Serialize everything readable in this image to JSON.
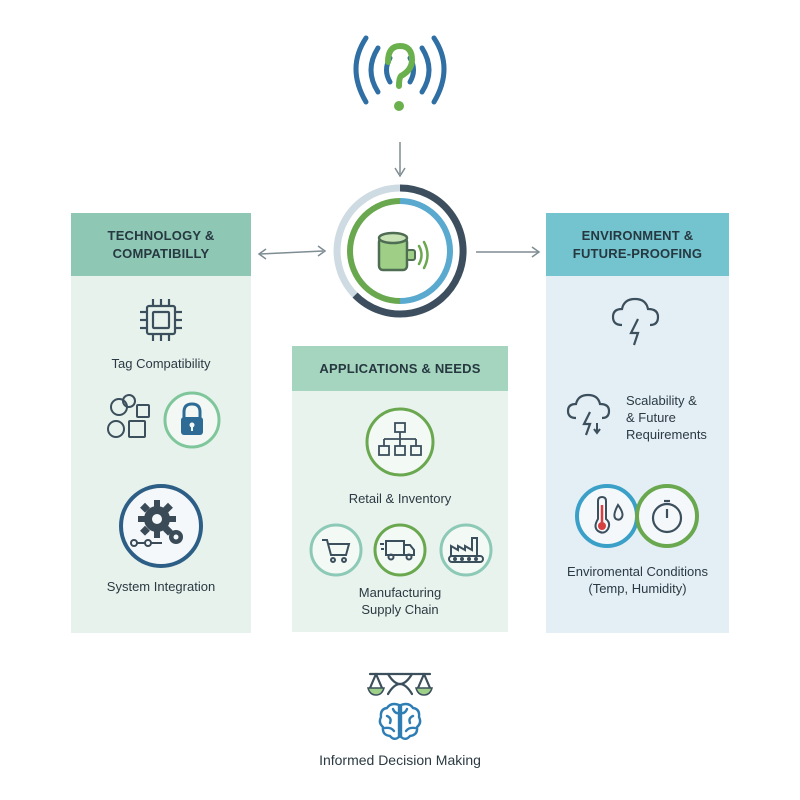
{
  "top_icon": {
    "icon": "rfid-question-signal-icon",
    "colors": {
      "waves": "#2f6fa4",
      "question": "#6ab04c"
    }
  },
  "center_hub": {
    "icon": "rfid-reader-tag-icon",
    "colors": {
      "ring_dark": "#3d4f5f",
      "ring_blue": "#5aa9cf",
      "ring_green": "#6aa84f"
    }
  },
  "panels": {
    "technology": {
      "title_line1": "TECHNOLOGY &",
      "title_line2": "COMPATIBILLY",
      "items": [
        {
          "label": "Tag Compatibility",
          "icon": "chip-icon"
        },
        {
          "label": "",
          "icon": "shapes-icon"
        },
        {
          "label": "",
          "icon": "lock-icon"
        },
        {
          "label": "System Integration",
          "icon": "gear-network-icon"
        }
      ]
    },
    "applications": {
      "title": "APPLICATIONS & NEEDS",
      "items": [
        {
          "label": "Retail & Inventory",
          "icon": "hierarchy-icon"
        },
        {
          "label_line1": "Manufacturing",
          "label_line2": "Supply Chain",
          "icons": [
            "cart-icon",
            "truck-icon",
            "factory-icon"
          ]
        }
      ]
    },
    "environment": {
      "title_line1": "ENVIRONMENT &",
      "title_line2": "FUTURE-PROOFING",
      "items": [
        {
          "label": "",
          "icon": "storm-cloud-icon"
        },
        {
          "label_line1": "Scalability &",
          "label_line2": "& Future",
          "label_line3": "Requirements",
          "icon": "cloud-lightning-icon"
        },
        {
          "label_line1": "Enviromental Conditions",
          "label_line2": "(Temp, Humidity)",
          "icons": [
            "thermometer-drop-icon",
            "timer-icon"
          ]
        }
      ]
    }
  },
  "bottom": {
    "label": "Informed Decision Making",
    "icons": [
      "balance-scale-icon",
      "brain-icon"
    ]
  }
}
